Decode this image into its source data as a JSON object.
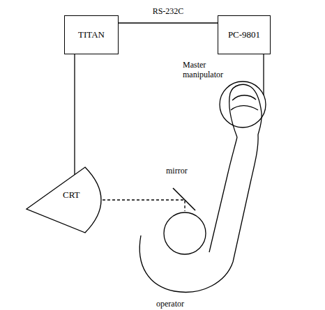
{
  "diagram": {
    "nodes": [
      {
        "text": [
          "TITAN"
        ]
      },
      {
        "text": [
          "PC-9801"
        ]
      },
      {
        "text": [
          "Master manipulator"
        ]
      },
      {
        "text": [
          "CRT"
        ]
      }
    ],
    "edges": [
      {
        "from": 0,
        "to": 1,
        "label": "RS-232C",
        "arrow": "none"
      },
      {
        "from": 1,
        "to": 2,
        "arrow": "none"
      },
      {
        "from": 0,
        "to": 3,
        "arrow": "none"
      }
    ],
    "labels": [
      "mirror",
      "operator"
    ]
  }
}
